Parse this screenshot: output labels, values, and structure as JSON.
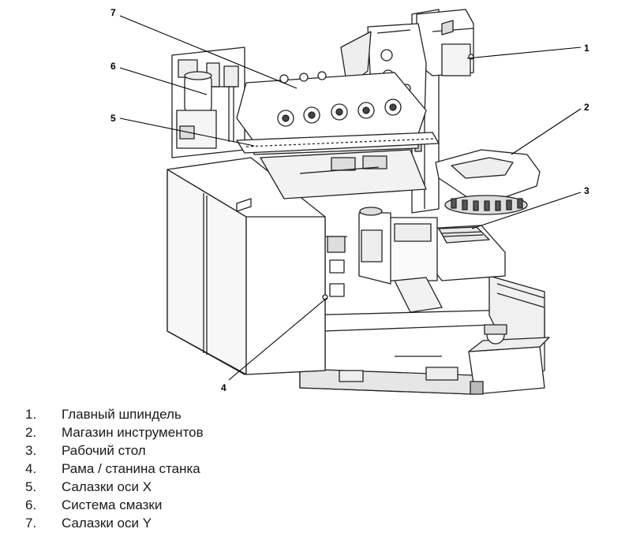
{
  "callouts": [
    {
      "num": "1",
      "part": "Главный шпиндель"
    },
    {
      "num": "2",
      "part": "Магазин инструментов"
    },
    {
      "num": "3",
      "part": "Рабочий стол"
    },
    {
      "num": "4",
      "part": "Рама / станина станка"
    },
    {
      "num": "5",
      "part": "Салазки оси X"
    },
    {
      "num": "6",
      "part": "Система смазки"
    },
    {
      "num": "7",
      "part": "Салазки оси Y"
    }
  ],
  "legend": [
    {
      "num": "1.",
      "text": "Главный шпиндель"
    },
    {
      "num": "2.",
      "text": "Магазин инструментов"
    },
    {
      "num": "3.",
      "text": "Рабочий стол"
    },
    {
      "num": "4.",
      "text": "Рама / станина станка"
    },
    {
      "num": "5.",
      "text": "Салазки оси X"
    },
    {
      "num": "6.",
      "text": "Система смазки"
    },
    {
      "num": "7.",
      "text": "Салазки оси Y"
    }
  ]
}
